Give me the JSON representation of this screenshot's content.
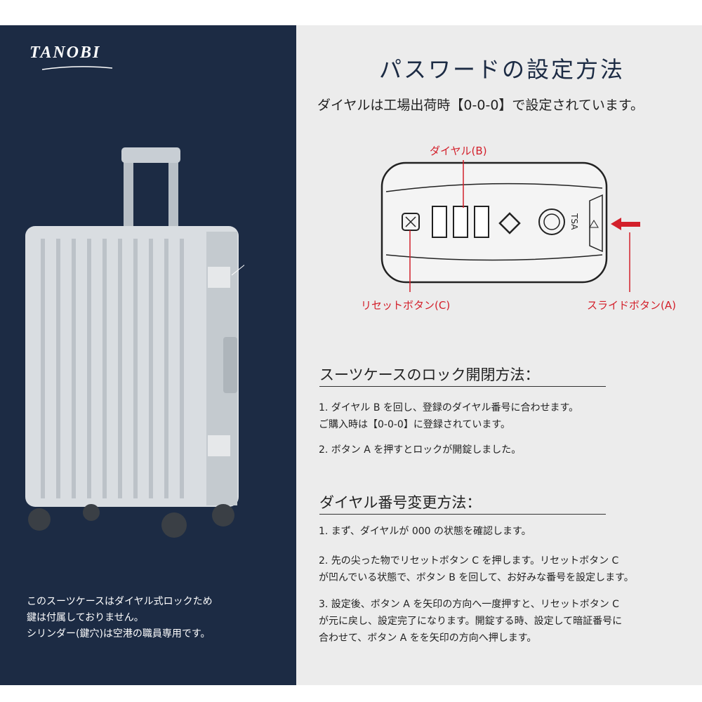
{
  "brand": {
    "logo": "TANOBI"
  },
  "left_note": [
    "このスーツケースはダイヤル式ロックため",
    "鍵は付属しておりません。",
    "シリンダー(鍵穴)は空港の職員専用です。"
  ],
  "header": {
    "title": "パスワードの設定方法",
    "subtitle": "ダイヤルは工場出荷時【0-0-0】で設定されています。"
  },
  "lock_diagram": {
    "dial_label": "ダイヤル(B)",
    "reset_label": "リセットボタン(C)",
    "slide_label": "スライドボタン(A)",
    "lock_brand": "TSA",
    "accent_color": "#d3202b"
  },
  "section1": {
    "heading": "スーツケースのロック開閉方法：",
    "steps": [
      "1. ダイヤル B を回し、登録のダイヤル番号に合わせます。",
      "ご購入時は【0-0-0】に登録されています。",
      "2. ボタン A を押すとロックが開錠しました。"
    ]
  },
  "section2": {
    "heading": "ダイヤル番号変更方法：",
    "steps": [
      "1. まず、ダイヤルが 000 の状態を確認します。",
      "2. 先の尖った物でリセットボタン C を押します。リセットボタン C",
      "が凹んでいる状態で、ボタン B を回して、お好みな番号を設定します。",
      "3. 設定後、ボタン A を矢印の方向へ一度押すと、リセットボタン C",
      "が元に戻し、設定完了になります。開錠する時、設定して暗証番号に",
      "合わせて、ボタン A をを矢印の方向へ押します。"
    ]
  }
}
